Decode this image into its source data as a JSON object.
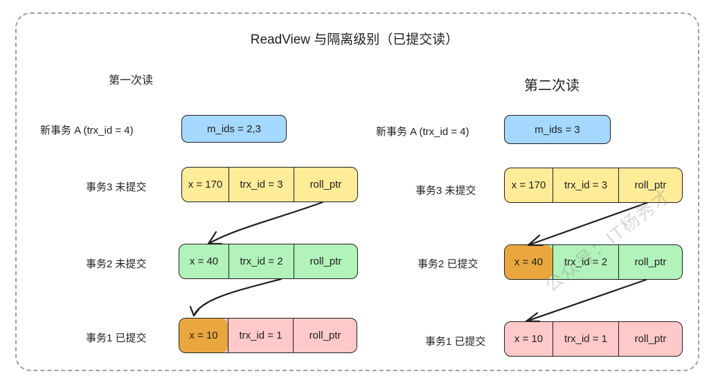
{
  "title": "ReadView 与隔离级别（已提交读）",
  "panels": {
    "left": {
      "heading": "第一次读",
      "new_trx_label": "新事务 A (trx_id = 4)",
      "m_ids": "m_ids = 2,3",
      "records": [
        {
          "label": "事务3 未提交",
          "cells": [
            "x = 170",
            "trx_id = 3",
            "roll_ptr"
          ],
          "color": "#ffec99",
          "highlight_value": false
        },
        {
          "label": "事务2 未提交",
          "cells": [
            "x = 40",
            "trx_id = 2",
            "roll_ptr"
          ],
          "color": "#b2f2bb",
          "highlight_value": false
        },
        {
          "label": "事务1 已提交",
          "cells": [
            "x = 10",
            "trx_id = 1",
            "roll_ptr"
          ],
          "color": "#ffc9c9",
          "highlight_value": true
        }
      ]
    },
    "right": {
      "heading": "第二次读",
      "new_trx_label": "新事务 A (trx_id = 4)",
      "m_ids": "m_ids = 3",
      "records": [
        {
          "label": "事务3 未提交",
          "cells": [
            "x = 170",
            "trx_id = 3",
            "roll_ptr"
          ],
          "color": "#ffec99",
          "highlight_value": false
        },
        {
          "label": "事务2 已提交",
          "cells": [
            "x = 40",
            "trx_id = 2",
            "roll_ptr"
          ],
          "color": "#b2f2bb",
          "highlight_value": true
        },
        {
          "label": "事务1 已提交",
          "cells": [
            "x = 10",
            "trx_id = 1",
            "roll_ptr"
          ],
          "color": "#ffc9c9",
          "highlight_value": false
        }
      ]
    }
  },
  "colors": {
    "m_ids_fill": "#a5d8ff",
    "highlight_fill": "#eaa73f",
    "stroke": "#1e1e1e",
    "frame": "#9aa0a6"
  },
  "watermark": "公众号：IT杨秀才"
}
